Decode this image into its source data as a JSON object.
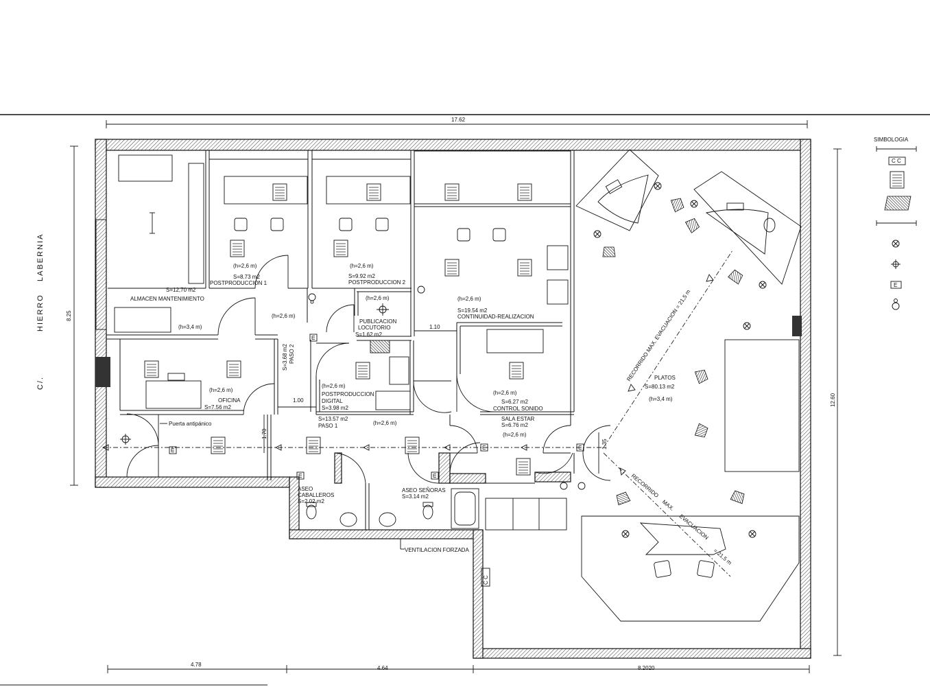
{
  "street": {
    "line1": "C/.",
    "line2": "HIERRO",
    "line3": "LABERNIA"
  },
  "dimensions": {
    "total_width": "17.62",
    "left_height": "8.25",
    "right_height": "12.60",
    "bottom_1": "4.78",
    "bottom_2": "4.64",
    "bottom_3": "8.2020",
    "d_110": "1.10",
    "d_100": "1.00",
    "d_170": "1.70",
    "d_135": "1.35"
  },
  "legend": {
    "title": "SIMBOLOGIA",
    "cc": "C C",
    "e": "E"
  },
  "rooms": {
    "almacen": {
      "area": "S=12,70 m2",
      "name": "ALMACEN MANTENIMIENTO",
      "height": "(h=3,4 m)"
    },
    "post1": {
      "height": "(h=2,6 m)",
      "area": "S=8.73 m2",
      "name": "POSTPRODUCCION 1"
    },
    "post2": {
      "height": "(h=2,6 m)",
      "area": "S=9.92 m2",
      "name": "POSTPRODUCCION 2"
    },
    "paso2": {
      "height": "(h=2,6 m)",
      "area": "S=3.68 m2",
      "name": "PASO 2"
    },
    "publicacion": {
      "height": "(h=2,6 m)",
      "name1": "PUBLICACION",
      "name2": "LOCUTORIO",
      "area": "S=1.62 m2"
    },
    "continuidad": {
      "height": "(h=2,6 m)",
      "area": "S=19.54 m2",
      "name": "CONTINUIDAD-REALIZACION"
    },
    "oficina": {
      "height": "(h=2,6 m)",
      "name": "OFICINA",
      "area": "S=7.56 m2"
    },
    "postdigital": {
      "height": "(h=2,6 m)",
      "name1": "POSTPRODUCCION",
      "name2": "DIGITAL",
      "area": "S=3.98 m2"
    },
    "control": {
      "height": "(h=2,6 m)",
      "area": "S=6.27 m2",
      "name": "CONTROL SONIDO"
    },
    "paso1": {
      "area": "S=13.57 m2",
      "name": "PASO 1",
      "height": "(h=2,6 m)"
    },
    "sala": {
      "name": "SALA ESTAR",
      "area": "S=6.76 m2",
      "height": "(h=2,6 m)"
    },
    "platos": {
      "name": "PLATOS",
      "area": "S=80.13 m2",
      "height": "(h=3,4 m)"
    },
    "aseo_cab": {
      "name1": "ASEO",
      "name2": "CABALLEROS",
      "area": "S=2.02 m2"
    },
    "aseo_sen": {
      "name": "ASEO SEÑORAS",
      "area": "S=3.14 m2"
    }
  },
  "notes": {
    "puerta": "Puerta antipánico",
    "ventilacion": "VENTILACION FORZADA",
    "recorrido1": "RECORRIDO MAX. EVACUACION = 21,5 m",
    "recorrido2a": "RECORRIDO",
    "recorrido2b": "MAX.",
    "recorrido2c": "EVACUACION",
    "recorrido2d": "= 21,5 m",
    "cc": "C C",
    "e": "E"
  }
}
